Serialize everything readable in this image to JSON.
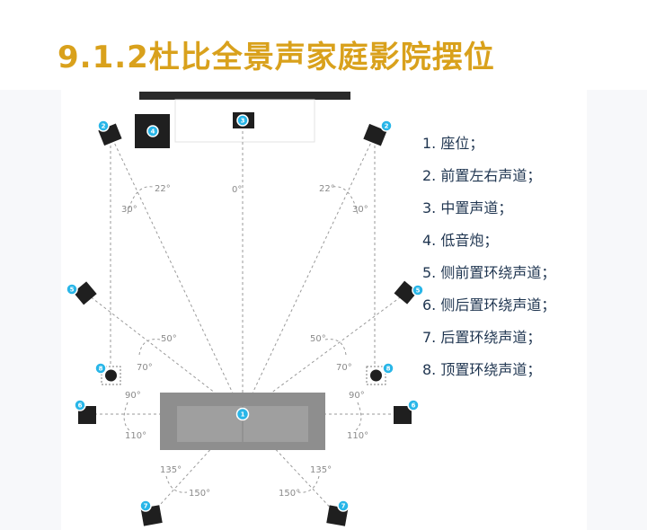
{
  "title": "9.1.2杜比全景声家庭影院摆位",
  "legend": [
    "1. 座位；",
    "2. 前置左右声道；",
    "3. 中置声道；",
    "4. 低音炮；",
    "5. 侧前置环绕声道；",
    "6. 侧后置环绕声道；",
    "7. 后置环绕声道；",
    "8. 顶置环绕声道；"
  ],
  "angles": {
    "center": "0°",
    "front_left": "22°",
    "front_left_outer": "30°",
    "front_right": "22°",
    "front_right_outer": "30°",
    "side_front_left": "50°",
    "side_front_left_outer": "70°",
    "side_front_right": "50°",
    "side_front_right_outer": "70°",
    "side_left": "90°",
    "side_left_outer": "110°",
    "side_right": "90°",
    "side_right_outer": "110°",
    "rear_left": "135°",
    "rear_left_outer": "150°",
    "rear_right": "135°",
    "rear_right_outer": "150°"
  },
  "badges": {
    "seat": "1",
    "front_left": "2",
    "front_right": "2",
    "center": "3",
    "subwoofer": "4",
    "side_front_left": "5",
    "side_front_right": "5",
    "side_rear_left": "6",
    "side_rear_right": "6",
    "rear_left": "7",
    "rear_right": "7",
    "top_left": "8",
    "top_right": "8"
  },
  "colors": {
    "title": "#d9a11c",
    "badge": "#29b6e8",
    "speaker": "#1f1f1f",
    "sofa": "#8e8e8e",
    "line": "#9a9a9a",
    "legend_text": "#1f3550"
  }
}
